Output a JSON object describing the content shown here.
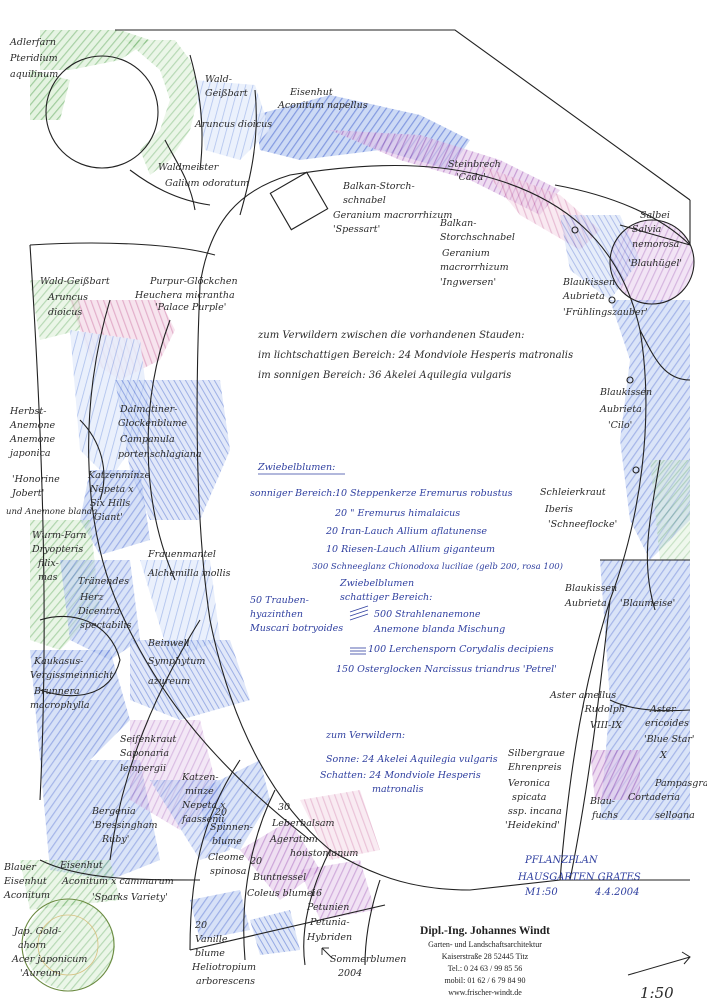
{
  "plants": {
    "adlerfarn": [
      "Adlerfarn",
      "Pteridium",
      "aquilinum"
    ],
    "waldgeiss_top": [
      "Wald-",
      "Geißbart",
      "Aruncus dioicus"
    ],
    "eisenhut_top": [
      "Eisenhut",
      "Aconitum napellus"
    ],
    "waldmeister": [
      "Waldmeister",
      "Galium odoratum"
    ],
    "steinbrech": [
      "Steinbrech",
      "'Cada'"
    ],
    "balkan": [
      "Balkan-Storch-",
      "schnabel",
      "Geranium macrorrhizum",
      "'Spessart'"
    ],
    "balkan2": [
      "Balkan-",
      "Storchschnabel",
      "Geranium",
      "macrorrhizum",
      "'Ingwersen'"
    ],
    "salbei": [
      "Salbei",
      "Salvia",
      "nemorosa",
      "'Blauhügel'"
    ],
    "blaukissen1": [
      "Blaukissen",
      "Aubrieta",
      "'Frühlingszauber'"
    ],
    "blaukissen2": [
      "Blaukissen",
      "Aubrieta",
      "'Cilo'"
    ],
    "waldgeiss_left": [
      "Wald-Geißbart",
      "Aruncus",
      "dioicus"
    ],
    "purpur": [
      "Purpur-Glöckchen",
      "Heuchera micrantha",
      "'Palace Purple'"
    ],
    "herbst": [
      "Herbst-",
      "Anemone",
      "Anemone",
      "japonica",
      "'Honorine",
      "Jobert'",
      "und Anemone blanda"
    ],
    "katzenminze1": [
      "Katzenminze",
      "Nepeta x",
      "Six Hills",
      "Giant'"
    ],
    "dalmatiner": [
      "Dalmatiner-",
      "Glockenblume",
      "Campanula",
      "portenschlagiana"
    ],
    "frauenmantel": [
      "Frauenmantel",
      "Alchemilla mollis"
    ],
    "wurmfarn": [
      "Wurm-Farn",
      "Dryopteris",
      "filix-",
      "mas"
    ],
    "traenendes": [
      "Tränendes",
      "Herz",
      "Dicentra",
      "spectabilis"
    ],
    "traubenhyazinthe": [
      "50 Trauben-",
      "hyazinthen",
      "Muscari botryoides"
    ],
    "kaukasus": [
      "Kaukasus-",
      "Vergissmeinnicht",
      "Brunnera",
      "macrophylla"
    ],
    "beinwell": [
      "Beinwell",
      "Symphytum",
      "azureum"
    ],
    "seifenkraut": [
      "Seifenkraut",
      "Saponaria",
      "lempergii"
    ],
    "katzenminze2": [
      "Katzen-",
      "minze",
      "Nepeta x",
      "faassenii"
    ],
    "bergenia": [
      "Bergenia",
      "'Bressingham",
      "Ruby'"
    ],
    "spinnen": [
      "20",
      "Spinnen-",
      "blume",
      "Cleome",
      "spinosa"
    ],
    "leberbalsam": [
      "30",
      "Leberbalsam",
      "Ageratum",
      "houstonianum"
    ],
    "buntnessel": [
      "20",
      "Buntnessel",
      "Coleus blumei"
    ],
    "petunien": [
      "16",
      "Petunien",
      "Petunia-",
      "Hybriden"
    ],
    "vanille": [
      "20",
      "Vanille",
      "blume",
      "Heliotropium",
      "arborescens"
    ],
    "sommerblumen": [
      "Sommerblumen",
      "2004"
    ],
    "eisenhut_bottom": [
      "Eisenhut",
      "Aconitum x cammarum",
      "'Sparks Variety'"
    ],
    "blauer": [
      "Blauer",
      "Eisenhut",
      "Aconitum"
    ],
    "jap_gold": [
      "Jap. Gold-",
      "ahorn",
      "Acer japonicum",
      "'Aureum'"
    ],
    "schleierkraut": [
      "Schleierkraut",
      "Iberis",
      "'Schneeflocke'"
    ],
    "blaukissen3": [
      "Blaukissen",
      "Aubrieta",
      "'Blaumeise'"
    ],
    "aster": [
      "Aster amellus",
      "'Rudolph'",
      "VIII-IX"
    ],
    "aster_erico": [
      "Aster",
      "ericoides",
      "'Blue Star'",
      "X"
    ],
    "pampas": [
      "Pampasgras",
      "Cortaderia",
      "selloana"
    ],
    "ehrenpreis": [
      "Silbergraue",
      "Ehrenpreis",
      "Veronica",
      "spicata",
      "ssp. incana",
      "'Heidekind'"
    ],
    "blaufuchs": [
      "Blau-",
      "fuchs"
    ]
  },
  "notes": {
    "verwildern": [
      "zum Verwildern zwischen die vorhandenen Stauden:",
      "im lichtschattigen Bereich: 24 Mondviole Hesperis matronalis",
      "im sonnigen Bereich: 36 Akelei Aquilegia vulgaris"
    ],
    "zwiebel_title": "Zwiebelblumen:",
    "sonnig_label": "sonniger Bereich:",
    "zwiebel_sonnig": [
      "10 Steppenkerze Eremurus robustus",
      "20 \"       Eremurus himalaicus",
      "20 Iran-Lauch Allium aflatunense",
      "10 Riesen-Lauch Allium giganteum",
      "300 Schneeglanz Chionodoxa luciliae (gelb 200, rosa 100)"
    ],
    "zwiebel_schatten_title": [
      "Zwiebelblumen",
      "schattiger Bereich:"
    ],
    "zwiebel_schatten": [
      "500 Strahlenanemone",
      "Anemone blanda Mischung",
      "100 Lerchensporn Corydalis decipiens",
      "150 Osterglocken Narcissus triandrus 'Petrel'"
    ],
    "verwildern2_title": "zum Verwildern:",
    "verwildern2": [
      "Sonne: 24 Akelei Aquilegia vulgaris",
      "Schatten: 24 Mondviole Hesperis",
      "matronalis"
    ]
  },
  "title": {
    "line1": "PFLANZPLAN",
    "line2": "HAUSGARTEN GRATES",
    "scale": "M1:50",
    "date": "4.4.2004"
  },
  "stamp": {
    "name": "Dipl.-Ing. Johannes Windt",
    "line1": "Garten- und Landschaftsarchitektur",
    "line2": "Kaiserstraße 28  52445 Titz",
    "line3": "Tel.: 0 24 63 / 99 85 56",
    "line4": "mobil: 01 62 / 6 79 84 90",
    "line5": "www.frischer-windt.de"
  },
  "corner_scale": "1:50",
  "colors": {
    "blue": "#5a78d6",
    "lightblue": "#8fb0ea",
    "purple": "#a25ab8",
    "pink": "#d07aa8",
    "green": "#5faa5a",
    "outline": "#222222",
    "ink": "#3040a0"
  }
}
